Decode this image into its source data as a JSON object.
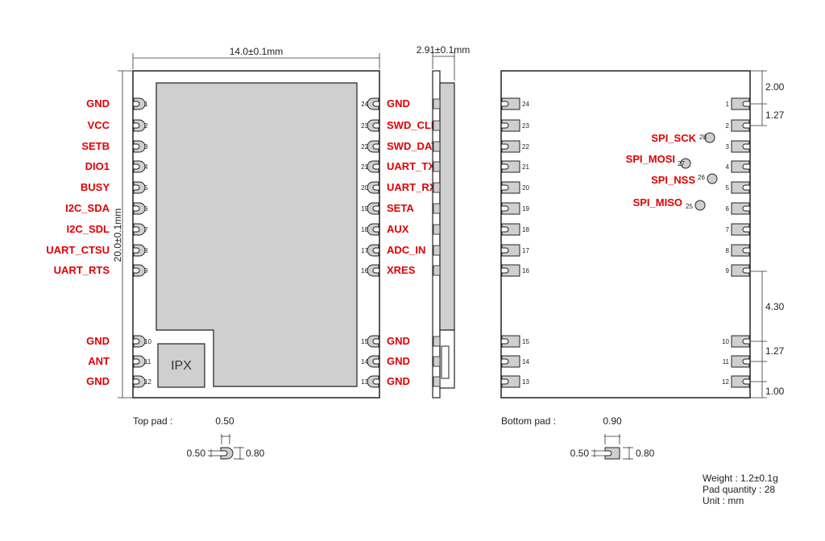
{
  "dimensions": {
    "width": "14.0±0.1mm",
    "height": "20.0±0.1mm",
    "thickness": "2.91±0.1mm",
    "right": [
      "2.00",
      "1.27",
      "4.30",
      "1.27",
      "1.00"
    ]
  },
  "left_pins": [
    {
      "num": "1",
      "label": "GND"
    },
    {
      "num": "2",
      "label": "VCC"
    },
    {
      "num": "3",
      "label": "SETB"
    },
    {
      "num": "4",
      "label": "DIO1"
    },
    {
      "num": "5",
      "label": "BUSY"
    },
    {
      "num": "6",
      "label": "I2C_SDA"
    },
    {
      "num": "7",
      "label": "I2C_SDL"
    },
    {
      "num": "8",
      "label": "UART_CTSU"
    },
    {
      "num": "9",
      "label": "UART_RTS"
    },
    {
      "num": "10",
      "label": "GND"
    },
    {
      "num": "11",
      "label": "ANT"
    },
    {
      "num": "12",
      "label": "GND"
    }
  ],
  "right_pins": [
    {
      "num": "24",
      "label": "GND"
    },
    {
      "num": "23",
      "label": "SWD_CLK"
    },
    {
      "num": "22",
      "label": "SWD_DATA"
    },
    {
      "num": "21",
      "label": "UART_TX"
    },
    {
      "num": "20",
      "label": "UART_RX"
    },
    {
      "num": "19",
      "label": "SETA"
    },
    {
      "num": "18",
      "label": "AUX"
    },
    {
      "num": "17",
      "label": "ADC_IN"
    },
    {
      "num": "16",
      "label": "XRES"
    },
    {
      "num": "15",
      "label": "GND"
    },
    {
      "num": "14",
      "label": "GND"
    },
    {
      "num": "13",
      "label": "GND"
    }
  ],
  "bottom_left_nums": [
    "24",
    "23",
    "22",
    "21",
    "20",
    "19",
    "18",
    "17",
    "16",
    "15",
    "14",
    "13"
  ],
  "bottom_right_nums": [
    "1",
    "2",
    "3",
    "4",
    "5",
    "6",
    "7",
    "8",
    "9",
    "10",
    "11",
    "12"
  ],
  "spi_pins": [
    {
      "num": "28",
      "label": "SPI_SCK"
    },
    {
      "num": "27",
      "label": "SPI_MOSI"
    },
    {
      "num": "26",
      "label": "SPI_NSS"
    },
    {
      "num": "25",
      "label": "SPI_MISO"
    }
  ],
  "ipx_label": "IPX",
  "top_pad": {
    "title": "Top pad :",
    "width": "0.50",
    "left": "0.50",
    "height": "0.80"
  },
  "bottom_pad": {
    "title": "Bottom pad :",
    "width": "0.90",
    "left": "0.50",
    "height": "0.80"
  },
  "notes": {
    "weight": "Weight : 1.2±0.1g",
    "pads": "Pad quantity : 28",
    "unit": "Unit : mm"
  }
}
